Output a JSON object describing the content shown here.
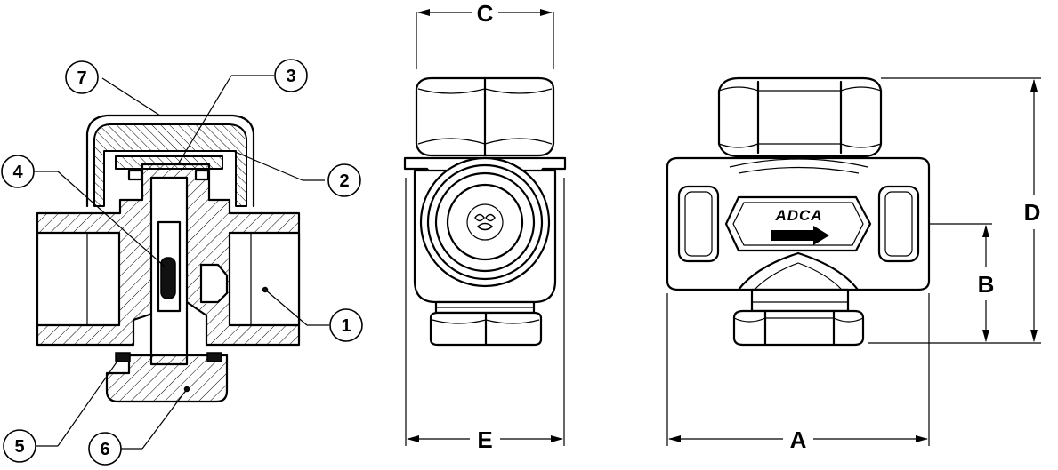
{
  "section_view": {
    "callouts": [
      {
        "id": "c7",
        "number": "7"
      },
      {
        "id": "c3",
        "number": "3"
      },
      {
        "id": "c4",
        "number": "4"
      },
      {
        "id": "c2",
        "number": "2"
      },
      {
        "id": "c1",
        "number": "1"
      },
      {
        "id": "c5",
        "number": "5"
      },
      {
        "id": "c6",
        "number": "6"
      }
    ]
  },
  "end_view": {
    "dim_top": "C",
    "dim_bottom": "E"
  },
  "side_view": {
    "brand_mark": "ADCA",
    "dim_height": "D",
    "dim_center": "B",
    "dim_length": "A"
  }
}
